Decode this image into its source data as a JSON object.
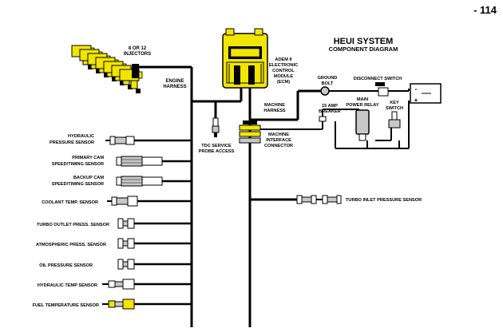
{
  "page_number": "- 114",
  "title": "HEUI SYSTEM",
  "subtitle": "COMPONENT DIAGRAM",
  "colors": {
    "yellow": "#f2e600",
    "wire": "#000000",
    "gray": "#c8c8c8"
  },
  "labels": {
    "injectors": [
      "8 OR 12",
      "INJECTORS"
    ],
    "engine_harness": [
      "ENGINE",
      "HARNESS"
    ],
    "ecm": [
      "ADEM II",
      "ELECTRONIC",
      "CONTROL",
      "MODULE",
      "(ECM)"
    ],
    "machine_harness": [
      "MACHINE",
      "HARNESS"
    ],
    "ground_bolt": [
      "GROUND",
      "BOLT"
    ],
    "disconnect_switch": "DISCONNECT SWITCH",
    "breaker": [
      "15 AMP",
      "BREAKER"
    ],
    "main_relay": [
      "MAIN",
      "POWER  RELAY"
    ],
    "key_switch": [
      "KEY",
      "SWITCH"
    ],
    "machine_interface": [
      "MACHINE",
      "INTERFACE",
      "CONNECTOR"
    ],
    "tdc_probe": [
      "TDC SERVICE",
      "PROBE ACCESS"
    ],
    "turbo_inlet": "TURBO INLET PRESSURE SENSOR",
    "battery_minus": "-",
    "battery_plus": "+"
  },
  "sensors": [
    [
      "HYDRAULIC",
      "PRESSURE SENSOR"
    ],
    [
      "PRIMARY CAM",
      "SPEED/TIMING SENSOR"
    ],
    [
      "BACKUP CAM",
      "SPEED/TIMING SENSOR"
    ],
    [
      "COOLANT TEMP. SENSOR"
    ],
    [
      "TURBO  OUTLET PRESS. SENSOR"
    ],
    [
      "ATMOSPHERIC PRESS. SENSOR"
    ],
    [
      "OIL PRESSURE SENSOR"
    ],
    [
      "HYDRAULIC TEMP SENSOR"
    ],
    [
      "FUEL TEMPERATURE SENSOR"
    ]
  ]
}
